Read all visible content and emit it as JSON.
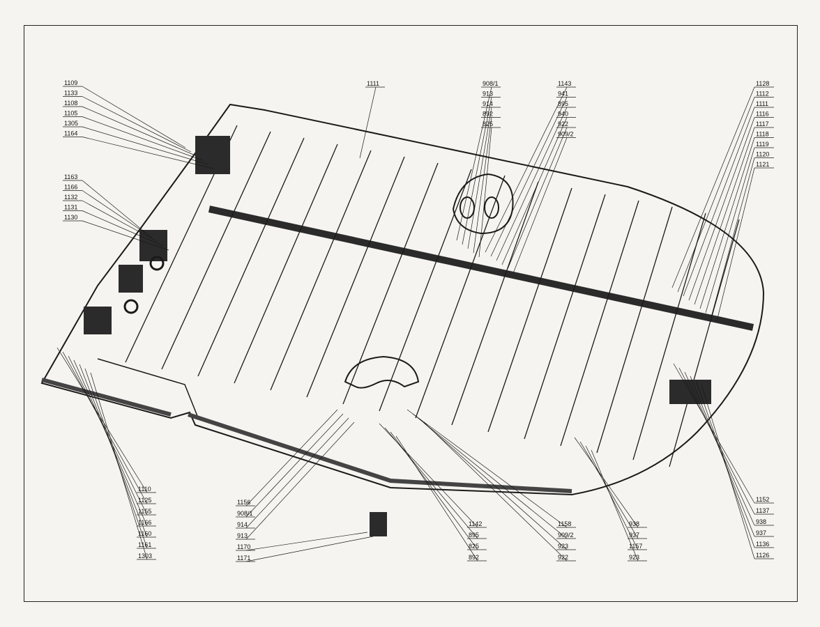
{
  "callouts": {
    "left_top": [
      "1109",
      "1133",
      "1108",
      "1105",
      "1305",
      "1164"
    ],
    "left_mid": [
      "1163",
      "1166",
      "1132",
      "1131",
      "1130"
    ],
    "top_center": [
      "1111"
    ],
    "top_mid_a": [
      "908/1",
      "913",
      "914",
      "892",
      "825"
    ],
    "top_mid_b": [
      "1143",
      "941",
      "895",
      "940",
      "922",
      "909/2"
    ],
    "right_top": [
      "1128",
      "1112",
      "1111",
      "1116",
      "1117",
      "1118",
      "1119",
      "1120",
      "1121"
    ],
    "bottom_left": [
      "1110",
      "1125",
      "1155",
      "1166",
      "1160",
      "1161",
      "1303"
    ],
    "bottom_c1": [
      "1156",
      "908/1",
      "914",
      "913"
    ],
    "bottom_c2": [
      "1170",
      "1171"
    ],
    "bottom_c3": [
      "1142",
      "895",
      "825",
      "892"
    ],
    "bottom_c4": [
      "1158",
      "909/2",
      "923",
      "922"
    ],
    "bottom_c5": [
      "938",
      "937",
      "1157",
      "923"
    ],
    "bottom_right": [
      "1152",
      "1137",
      "938",
      "937",
      "1136",
      "1126"
    ]
  },
  "colors": {
    "ink": "#1a1a1a",
    "paper": "#f5f4f0",
    "shade": "#2b2b2b"
  }
}
